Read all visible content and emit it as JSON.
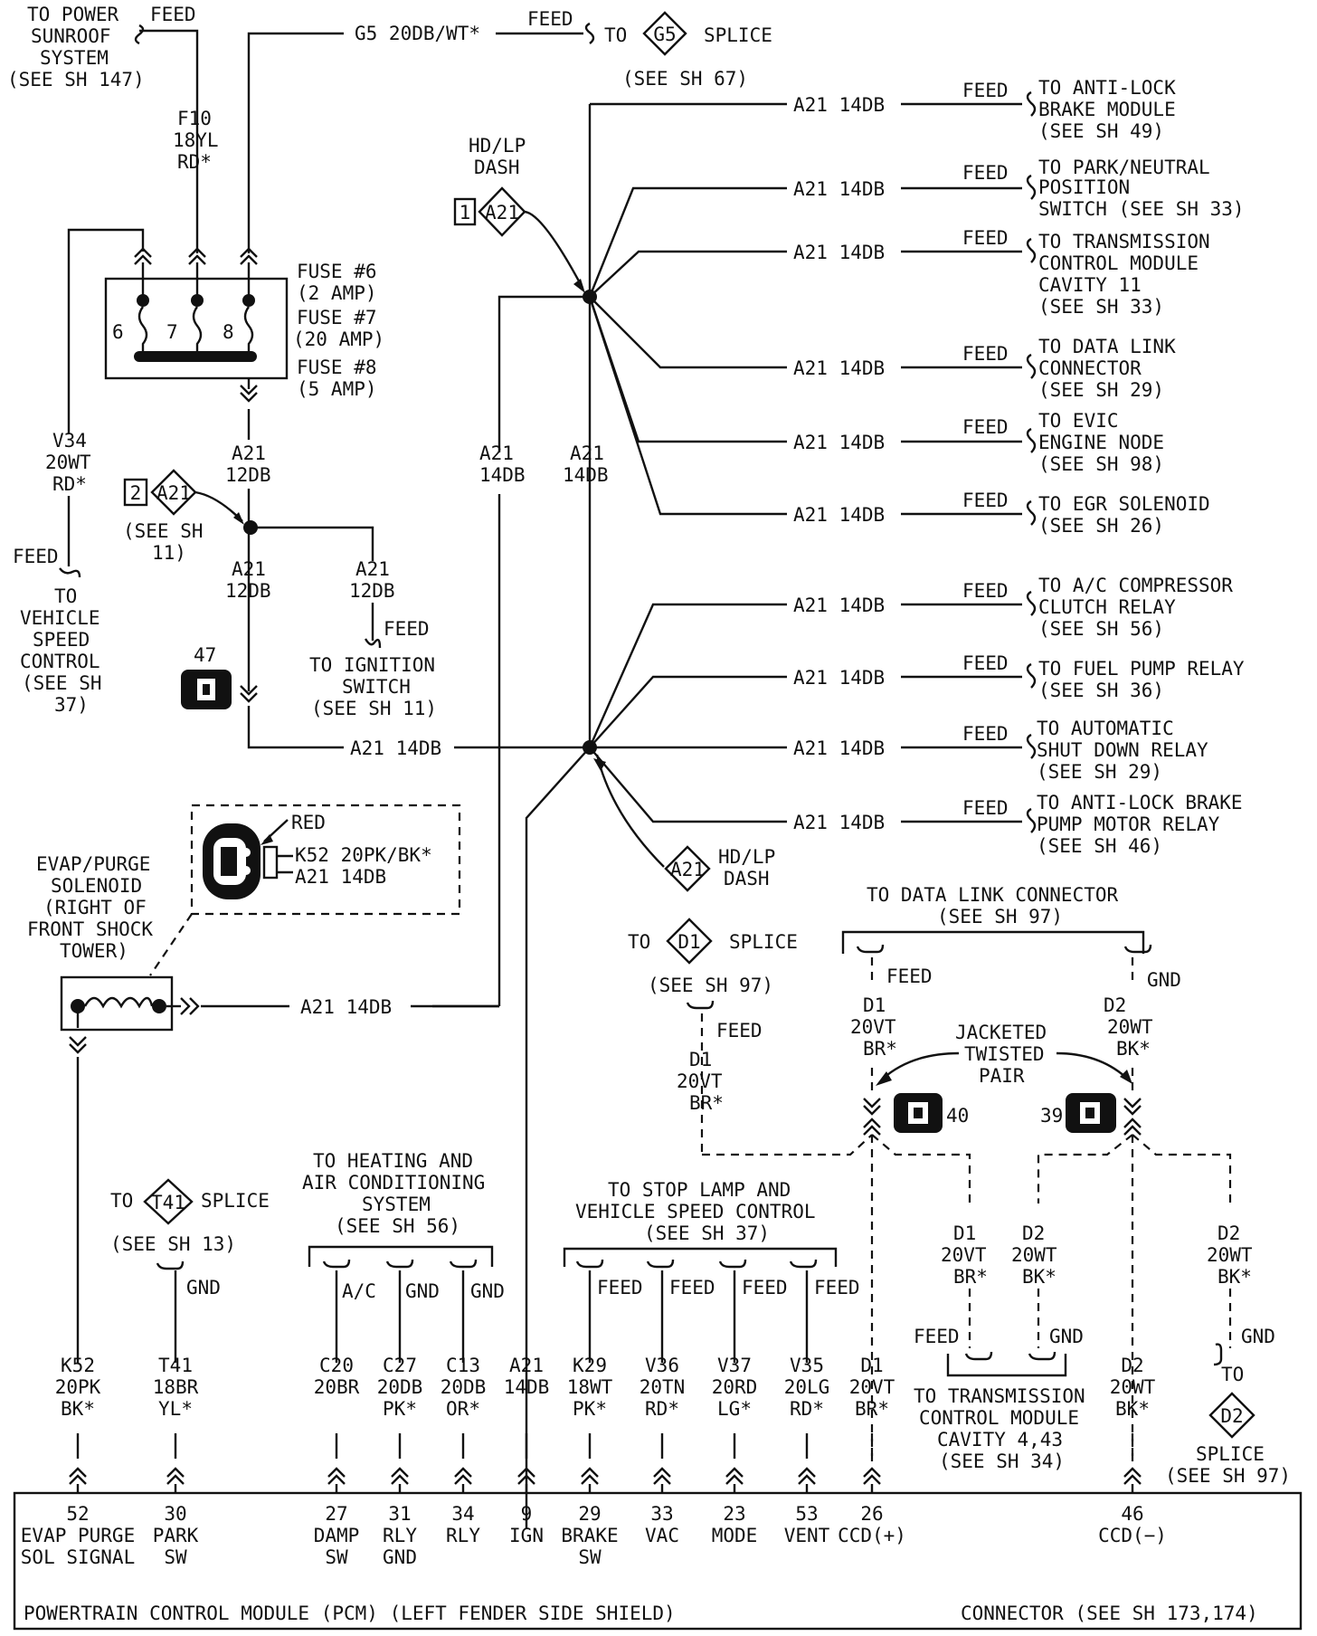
{
  "top": {
    "sunroof_lines": [
      "TO POWER",
      "SUNROOF",
      "SYSTEM",
      "(SEE SH 147)"
    ],
    "sunroof_feed": "FEED",
    "g5_wire": "G5 20DB/WT*",
    "g5_feed": "FEED",
    "g5_to": "TO",
    "g5_splice": "SPLICE",
    "g5_see": "(SEE SH 67)",
    "f10_lines": [
      "F10",
      "18YL",
      "RD*"
    ]
  },
  "fuse_block": {
    "cavities": [
      "6",
      "7",
      "8"
    ],
    "labels": [
      "FUSE #6",
      "(2 AMP)",
      "FUSE #7",
      "(20 AMP)",
      "FUSE #8",
      "(5 AMP)"
    ]
  },
  "left": {
    "v34_lines": [
      "V34",
      "20WT",
      "RD*"
    ],
    "v34_feed": "FEED",
    "vsc_lines": [
      "TO",
      "VEHICLE",
      "SPEED",
      "CONTROL",
      "(SEE SH",
      "37)"
    ],
    "a21_fuse_lines": [
      "A21",
      "12DB"
    ],
    "ref2_num": "2",
    "ref2_see": [
      "(SEE SH",
      "11)"
    ],
    "a21_down_lines": [
      "A21",
      "12DB"
    ],
    "a21_ign_lines": [
      "A21",
      "12DB"
    ],
    "ign_feed": "FEED",
    "ign_lines": [
      "TO IGNITION",
      "SWITCH",
      "(SEE SH 11)"
    ],
    "conn47": "47",
    "a21_mid": "A21 14DB"
  },
  "center": {
    "hdlp_lines": [
      "HD/LP",
      "DASH"
    ],
    "ref1_num": "1",
    "a21_vert_left": [
      "A21",
      "14DB"
    ],
    "a21_vert_right": [
      "A21",
      "14DB"
    ],
    "hdlp2_lines": [
      "HD/LP",
      "DASH"
    ]
  },
  "diamonds": {
    "g5": "G5",
    "a21": "A21",
    "d1": "D1",
    "t41": "T41",
    "d2": "D2"
  },
  "branches": [
    {
      "wire": "A21 14DB",
      "feed": "FEED",
      "dest": [
        "TO ANTI-LOCK",
        "BRAKE MODULE",
        "(SEE SH 49)"
      ]
    },
    {
      "wire": "A21 14DB",
      "feed": "FEED",
      "dest": [
        "TO PARK/NEUTRAL",
        "POSITION",
        "SWITCH (SEE SH 33)"
      ]
    },
    {
      "wire": "A21 14DB",
      "feed": "FEED",
      "dest": [
        "TO TRANSMISSION",
        "CONTROL MODULE",
        "CAVITY 11",
        "(SEE SH 33)"
      ]
    },
    {
      "wire": "A21 14DB",
      "feed": "FEED",
      "dest": [
        "TO DATA LINK",
        "CONNECTOR",
        "(SEE SH 29)"
      ]
    },
    {
      "wire": "A21 14DB",
      "feed": "FEED",
      "dest": [
        "TO EVIC",
        "ENGINE NODE",
        "(SEE SH 98)"
      ]
    },
    {
      "wire": "A21 14DB",
      "feed": "FEED",
      "dest": [
        "TO EGR SOLENOID",
        "(SEE SH 26)"
      ]
    },
    {
      "wire": "A21 14DB",
      "feed": "FEED",
      "dest": [
        "TO A/C COMPRESSOR",
        "CLUTCH RELAY",
        "(SEE SH 56)"
      ]
    },
    {
      "wire": "A21 14DB",
      "feed": "FEED",
      "dest": [
        "TO FUEL PUMP RELAY",
        "(SEE SH 36)"
      ]
    },
    {
      "wire": "A21 14DB",
      "feed": "FEED",
      "dest": [
        "TO AUTOMATIC",
        "SHUT DOWN RELAY",
        "(SEE SH 29)"
      ]
    },
    {
      "wire": "A21 14DB",
      "feed": "FEED",
      "dest": [
        "TO ANTI-LOCK BRAKE",
        "PUMP MOTOR RELAY",
        "(SEE SH 46)"
      ]
    }
  ],
  "evap": {
    "red": "RED",
    "pin1": "K52 20PK/BK*",
    "pin2": "A21 14DB",
    "solenoid_lines": [
      "EVAP/PURGE",
      "SOLENOID",
      "(RIGHT OF",
      "FRONT SHOCK",
      "TOWER)"
    ],
    "a21_wire": "A21 14DB"
  },
  "datalink": {
    "title_lines": [
      "TO DATA LINK CONNECTOR",
      "(SEE SH 97)"
    ],
    "d1_feed": "FEED",
    "d2_gnd": "GND",
    "d1_lines": [
      "D1",
      "20VT",
      "BR*"
    ],
    "d2_lines": [
      "D2",
      "20WT",
      "BK*"
    ],
    "jacketed_lines": [
      "JACKETED",
      "TWISTED",
      "PAIR"
    ],
    "conn40": "40",
    "conn39": "39",
    "splice_to": "TO",
    "splice_word": "SPLICE",
    "splice_see": "(SEE SH 97)",
    "splice_feed": "FEED",
    "d1_splice_lines": [
      "D1",
      "20VT",
      "BR*"
    ],
    "tcm_d1_lines": [
      "D1",
      "20VT",
      "BR*"
    ],
    "tcm_d2_lines": [
      "D2",
      "20WT",
      "BK*"
    ],
    "tcm_feed": "FEED",
    "tcm_gnd": "GND",
    "tcm_lines": [
      "TO TRANSMISSION",
      "CONTROL MODULE",
      "CAVITY 4,43",
      "(SEE SH 34)"
    ],
    "d2_far_lines": [
      "D2",
      "20WT",
      "BK*"
    ],
    "d2_far_gnd": "GND",
    "d2_far_to": "TO",
    "d2_far_splice": [
      "SPLICE",
      "(SEE SH 97)"
    ]
  },
  "lower": {
    "t41_to": "TO",
    "t41_splice": "SPLICE",
    "t41_see": "(SEE SH 13)",
    "t41_gnd": "GND",
    "hvac_lines": [
      "TO HEATING AND",
      "AIR CONDITIONING",
      "SYSTEM",
      "(SEE SH 56)"
    ],
    "hvac_tags": [
      "A/C",
      "GND",
      "GND"
    ],
    "stop_lines": [
      "TO STOP LAMP AND",
      "VEHICLE SPEED CONTROL",
      "(SEE SH 37)"
    ],
    "stop_tags": [
      "FEED",
      "FEED",
      "FEED",
      "FEED"
    ]
  },
  "pcm": {
    "pins": [
      {
        "wire": [
          "K52",
          "20PK",
          "BK*"
        ],
        "num": "52",
        "label": [
          "EVAP PURGE",
          "SOL SIGNAL"
        ]
      },
      {
        "wire": [
          "T41",
          "18BR",
          "YL*"
        ],
        "num": "30",
        "label": [
          "PARK",
          "SW"
        ]
      },
      {
        "wire": [
          "C20",
          "20BR"
        ],
        "num": "27",
        "label": [
          "DAMP",
          "SW"
        ]
      },
      {
        "wire": [
          "C27",
          "20DB",
          "PK*"
        ],
        "num": "31",
        "label": [
          "RLY",
          "GND"
        ]
      },
      {
        "wire": [
          "C13",
          "20DB",
          "OR*"
        ],
        "num": "34",
        "label": [
          "RLY"
        ]
      },
      {
        "wire": [
          "A21",
          "14DB"
        ],
        "num": "9",
        "label": [
          "IGN"
        ]
      },
      {
        "wire": [
          "K29",
          "18WT",
          "PK*"
        ],
        "num": "29",
        "label": [
          "BRAKE",
          "SW"
        ]
      },
      {
        "wire": [
          "V36",
          "20TN",
          "RD*"
        ],
        "num": "33",
        "label": [
          "VAC"
        ]
      },
      {
        "wire": [
          "V37",
          "20RD",
          "LG*"
        ],
        "num": "23",
        "label": [
          "MODE"
        ]
      },
      {
        "wire": [
          "V35",
          "20LG",
          "RD*"
        ],
        "num": "53",
        "label": [
          "VENT"
        ]
      },
      {
        "wire": [
          "D1",
          "20VT",
          "BR*"
        ],
        "num": "26",
        "label": [
          "CCD(+)"
        ]
      },
      {
        "wire": [
          "D2",
          "20WT",
          "BK*"
        ],
        "num": "46",
        "label": [
          "CCD(−)"
        ]
      }
    ],
    "module_label": "POWERTRAIN CONTROL MODULE (PCM) (LEFT FENDER SIDE SHIELD)",
    "connector_label": "CONNECTOR (SEE SH 173,174)"
  }
}
